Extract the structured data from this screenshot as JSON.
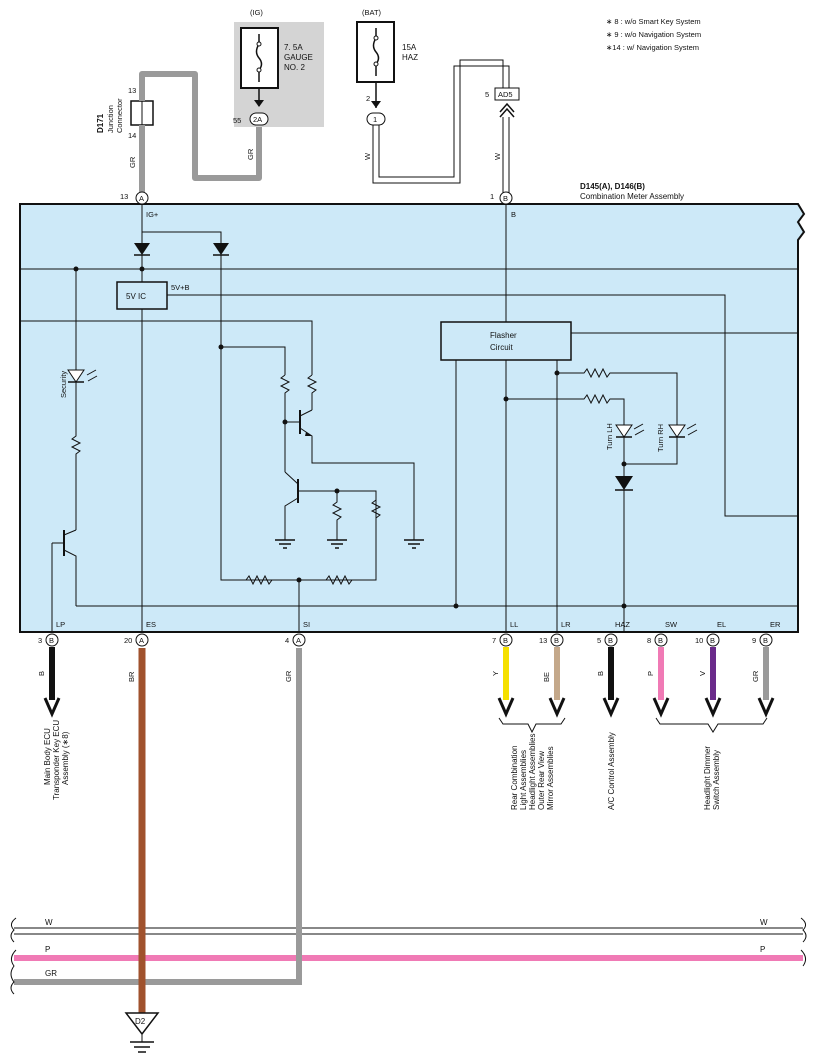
{
  "notes": [
    "∗ 8 : w/o Smart Key System",
    "∗ 9 : w/o Navigation System",
    "∗14 : w/ Navigation System"
  ],
  "fuses": {
    "ig": {
      "source": "(IG)",
      "rating": "7. 5A",
      "name_line1": "GAUGE",
      "name_line2": "NO. 2",
      "pin": "55",
      "connector": "2A"
    },
    "bat": {
      "source": "(BAT)",
      "rating": "15A",
      "name": "HAZ",
      "pin": "2",
      "connector": "1"
    }
  },
  "ad5": {
    "pin": "5",
    "label": "AD5"
  },
  "junction": {
    "id": "D171",
    "name_line1": "Junction",
    "name_line2": "Connector",
    "pin_top": "13",
    "pin_bottom": "14"
  },
  "top_wires": {
    "gr1": "GR",
    "gr2": "GR",
    "w1": "W",
    "w2": "W"
  },
  "meter": {
    "title": "D145(A), D146(B)",
    "subtitle": "Combination Meter Assembly",
    "top_terminals": [
      {
        "pin": "13",
        "conn": "A",
        "name": "IG+"
      },
      {
        "pin": "1",
        "conn": "B",
        "name": "B"
      }
    ],
    "ic_label": "5V IC",
    "ic_output": "5V+B",
    "flasher_line1": "Flasher",
    "flasher_line2": "Circuit",
    "security_label": "Security",
    "turn_lh": "Turn LH",
    "turn_rh": "Turn RH"
  },
  "bottom_terminals": [
    {
      "pin": "3",
      "conn": "B",
      "name": "LP",
      "wire": "B",
      "color": "#111111"
    },
    {
      "pin": "20",
      "conn": "A",
      "name": "ES",
      "wire": "BR",
      "color": "#a0522d"
    },
    {
      "pin": "4",
      "conn": "A",
      "name": "SI",
      "wire": "GR",
      "color": "#9a9a9a"
    },
    {
      "pin": "7",
      "conn": "B",
      "name": "LL",
      "wire": "Y",
      "color": "#f5e000"
    },
    {
      "pin": "13",
      "conn": "B",
      "name": "LR",
      "wire": "BE",
      "color": "#c4a88a"
    },
    {
      "pin": "5",
      "conn": "B",
      "name": "HAZ",
      "wire": "B",
      "color": "#111111"
    },
    {
      "pin": "8",
      "conn": "B",
      "name": "SW",
      "wire": "P",
      "color": "#f07ab5"
    },
    {
      "pin": "10",
      "conn": "B",
      "name": "EL",
      "wire": "V",
      "color": "#6a2a8a"
    },
    {
      "pin": "9",
      "conn": "B",
      "name": "ER",
      "wire": "GR",
      "color": "#9a9a9a"
    }
  ],
  "destinations": {
    "main_body_line1": "Main Body ECU",
    "main_body_line2": "Transponder Key ECU",
    "main_body_line3": "Assembly (∗8)",
    "rear_line1": "Rear Combination",
    "rear_line2": "Light Assemblies",
    "rear_line3": "Headlight Assemblies",
    "rear_line4": "Outer Rear View",
    "rear_line5": "Mirror Assemblies",
    "ac": "A/C Control Assembly",
    "dimmer_line1": "Headlight Dimmer",
    "dimmer_line2": "Switch Assembly"
  },
  "bus": {
    "w_left": "W",
    "w_right": "W",
    "p_left": "P",
    "p_right": "P",
    "gr_left": "GR"
  },
  "ground": {
    "label": "D2"
  },
  "colors": {
    "meter_fill": "#cde9f8",
    "fuse_box": "#d4d4d4",
    "gr_wire": "#9a9a9a",
    "br_wire": "#a0522d",
    "p_wire": "#f07ab5",
    "y_wire": "#f5e000",
    "v_wire": "#6a2a8a",
    "be_wire": "#c4a88a"
  }
}
